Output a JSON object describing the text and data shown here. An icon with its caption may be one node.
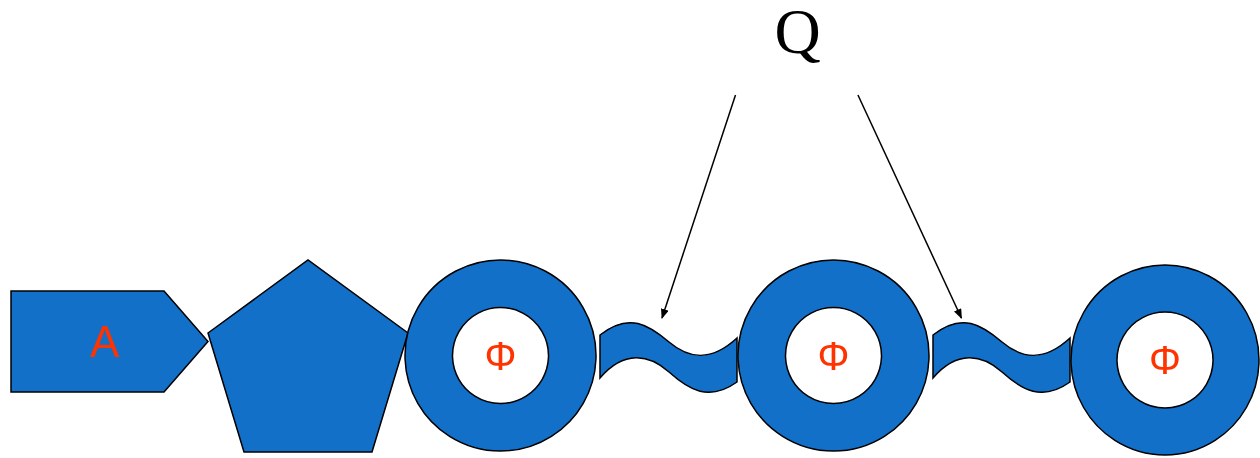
{
  "diagram": {
    "nodes": [
      {
        "text": [
          "Q"
        ]
      },
      {
        "text": [
          "A"
        ]
      },
      {
        "text": [],
        "shape": "pentagon"
      },
      {
        "text": [
          "Φ"
        ]
      },
      {
        "text": [],
        "shape": "wave"
      },
      {
        "text": [
          "Φ"
        ]
      },
      {
        "text": [],
        "shape": "wave"
      },
      {
        "text": [
          "Φ"
        ]
      }
    ],
    "edges": [
      {
        "from": 0,
        "to": 4,
        "arrow": "to"
      },
      {
        "from": 0,
        "to": 6,
        "arrow": "to"
      }
    ]
  }
}
